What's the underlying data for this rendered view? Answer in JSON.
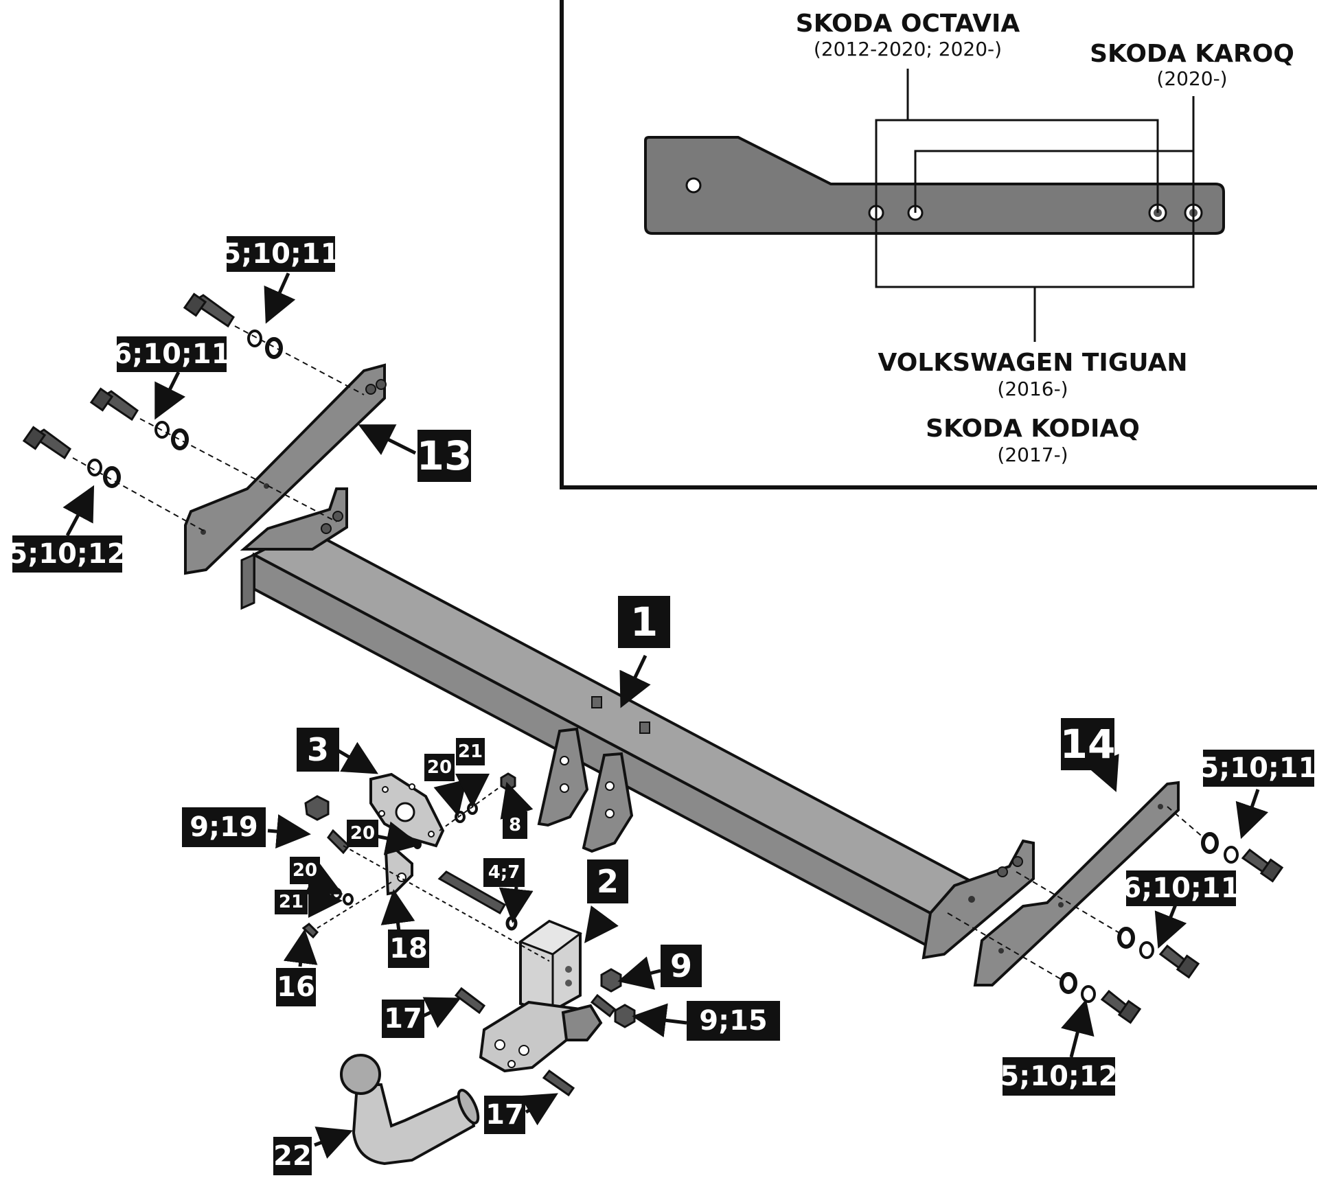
{
  "inset": {
    "models": [
      {
        "name": "SKODA OCTAVIA",
        "years": "(2012-2020; 2020-)"
      },
      {
        "name": "SKODA KAROQ",
        "years": "(2020-)"
      },
      {
        "name": "VOLKSWAGEN TIGUAN",
        "years": "(2016-)"
      },
      {
        "name": "SKODA KODIAQ",
        "years": "(2017-)"
      }
    ]
  },
  "callouts": {
    "c1": "1",
    "c2": "2",
    "c3": "3",
    "c8": "8",
    "c9": "9",
    "c13": "13",
    "c14": "14",
    "c16": "16",
    "c17a": "17",
    "c17b": "17",
    "c18": "18",
    "c22": "22",
    "c20a": "20",
    "c20b": "20",
    "c20c": "20",
    "c21a": "21",
    "c21b": "21",
    "c47": "4;7",
    "c919": "9;19",
    "c915": "9;15",
    "cL51011": "5;10;11",
    "cL61011": "6;10;11",
    "cL51012": "5;10;12",
    "cR51011": "5;10;11",
    "cR61011": "6;10;11",
    "cR51012": "5;10;12"
  }
}
